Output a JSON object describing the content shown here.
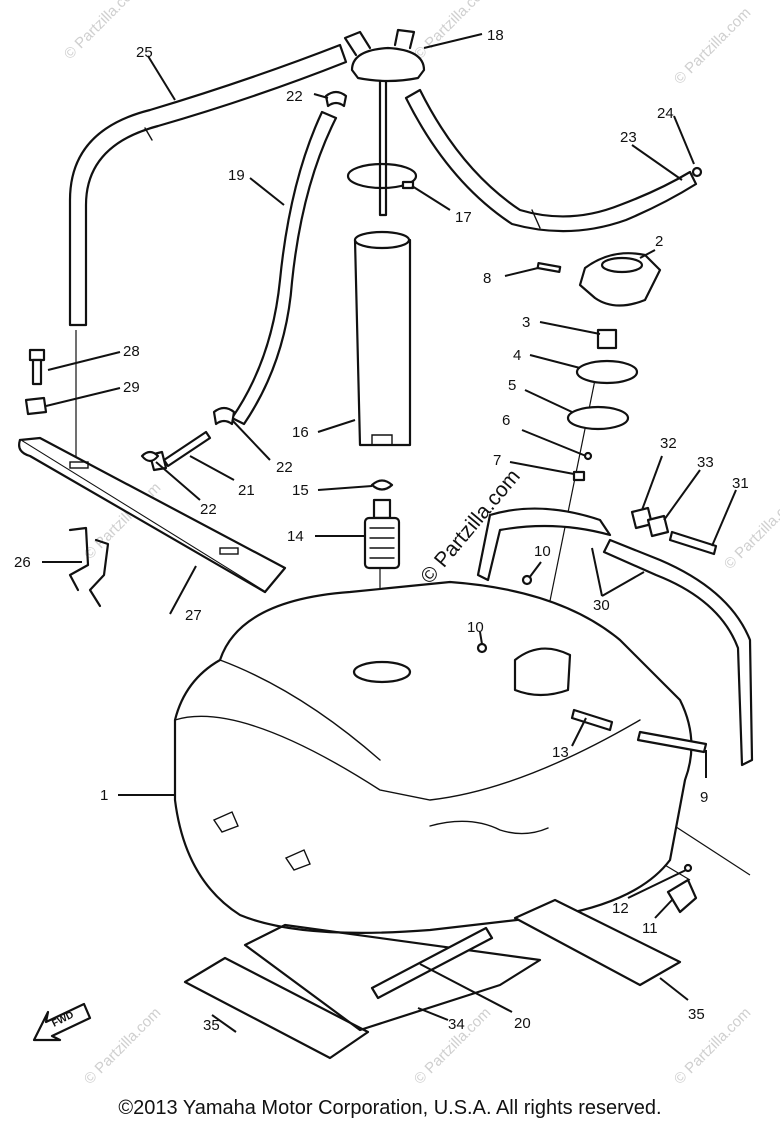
{
  "watermark": "© Partzilla.com",
  "fwd_label": "FWD",
  "copyright": "©2013  Yamaha Motor Corporation, U.S.A. All rights reserved.",
  "callouts": [
    "1",
    "2",
    "3",
    "4",
    "5",
    "6",
    "7",
    "8",
    "9",
    "10",
    "10",
    "11",
    "12",
    "13",
    "14",
    "15",
    "16",
    "17",
    "18",
    "19",
    "20",
    "21",
    "22",
    "22",
    "22",
    "23",
    "24",
    "25",
    "26",
    "27",
    "28",
    "29",
    "30",
    "31",
    "32",
    "33",
    "34",
    "35",
    "35"
  ]
}
